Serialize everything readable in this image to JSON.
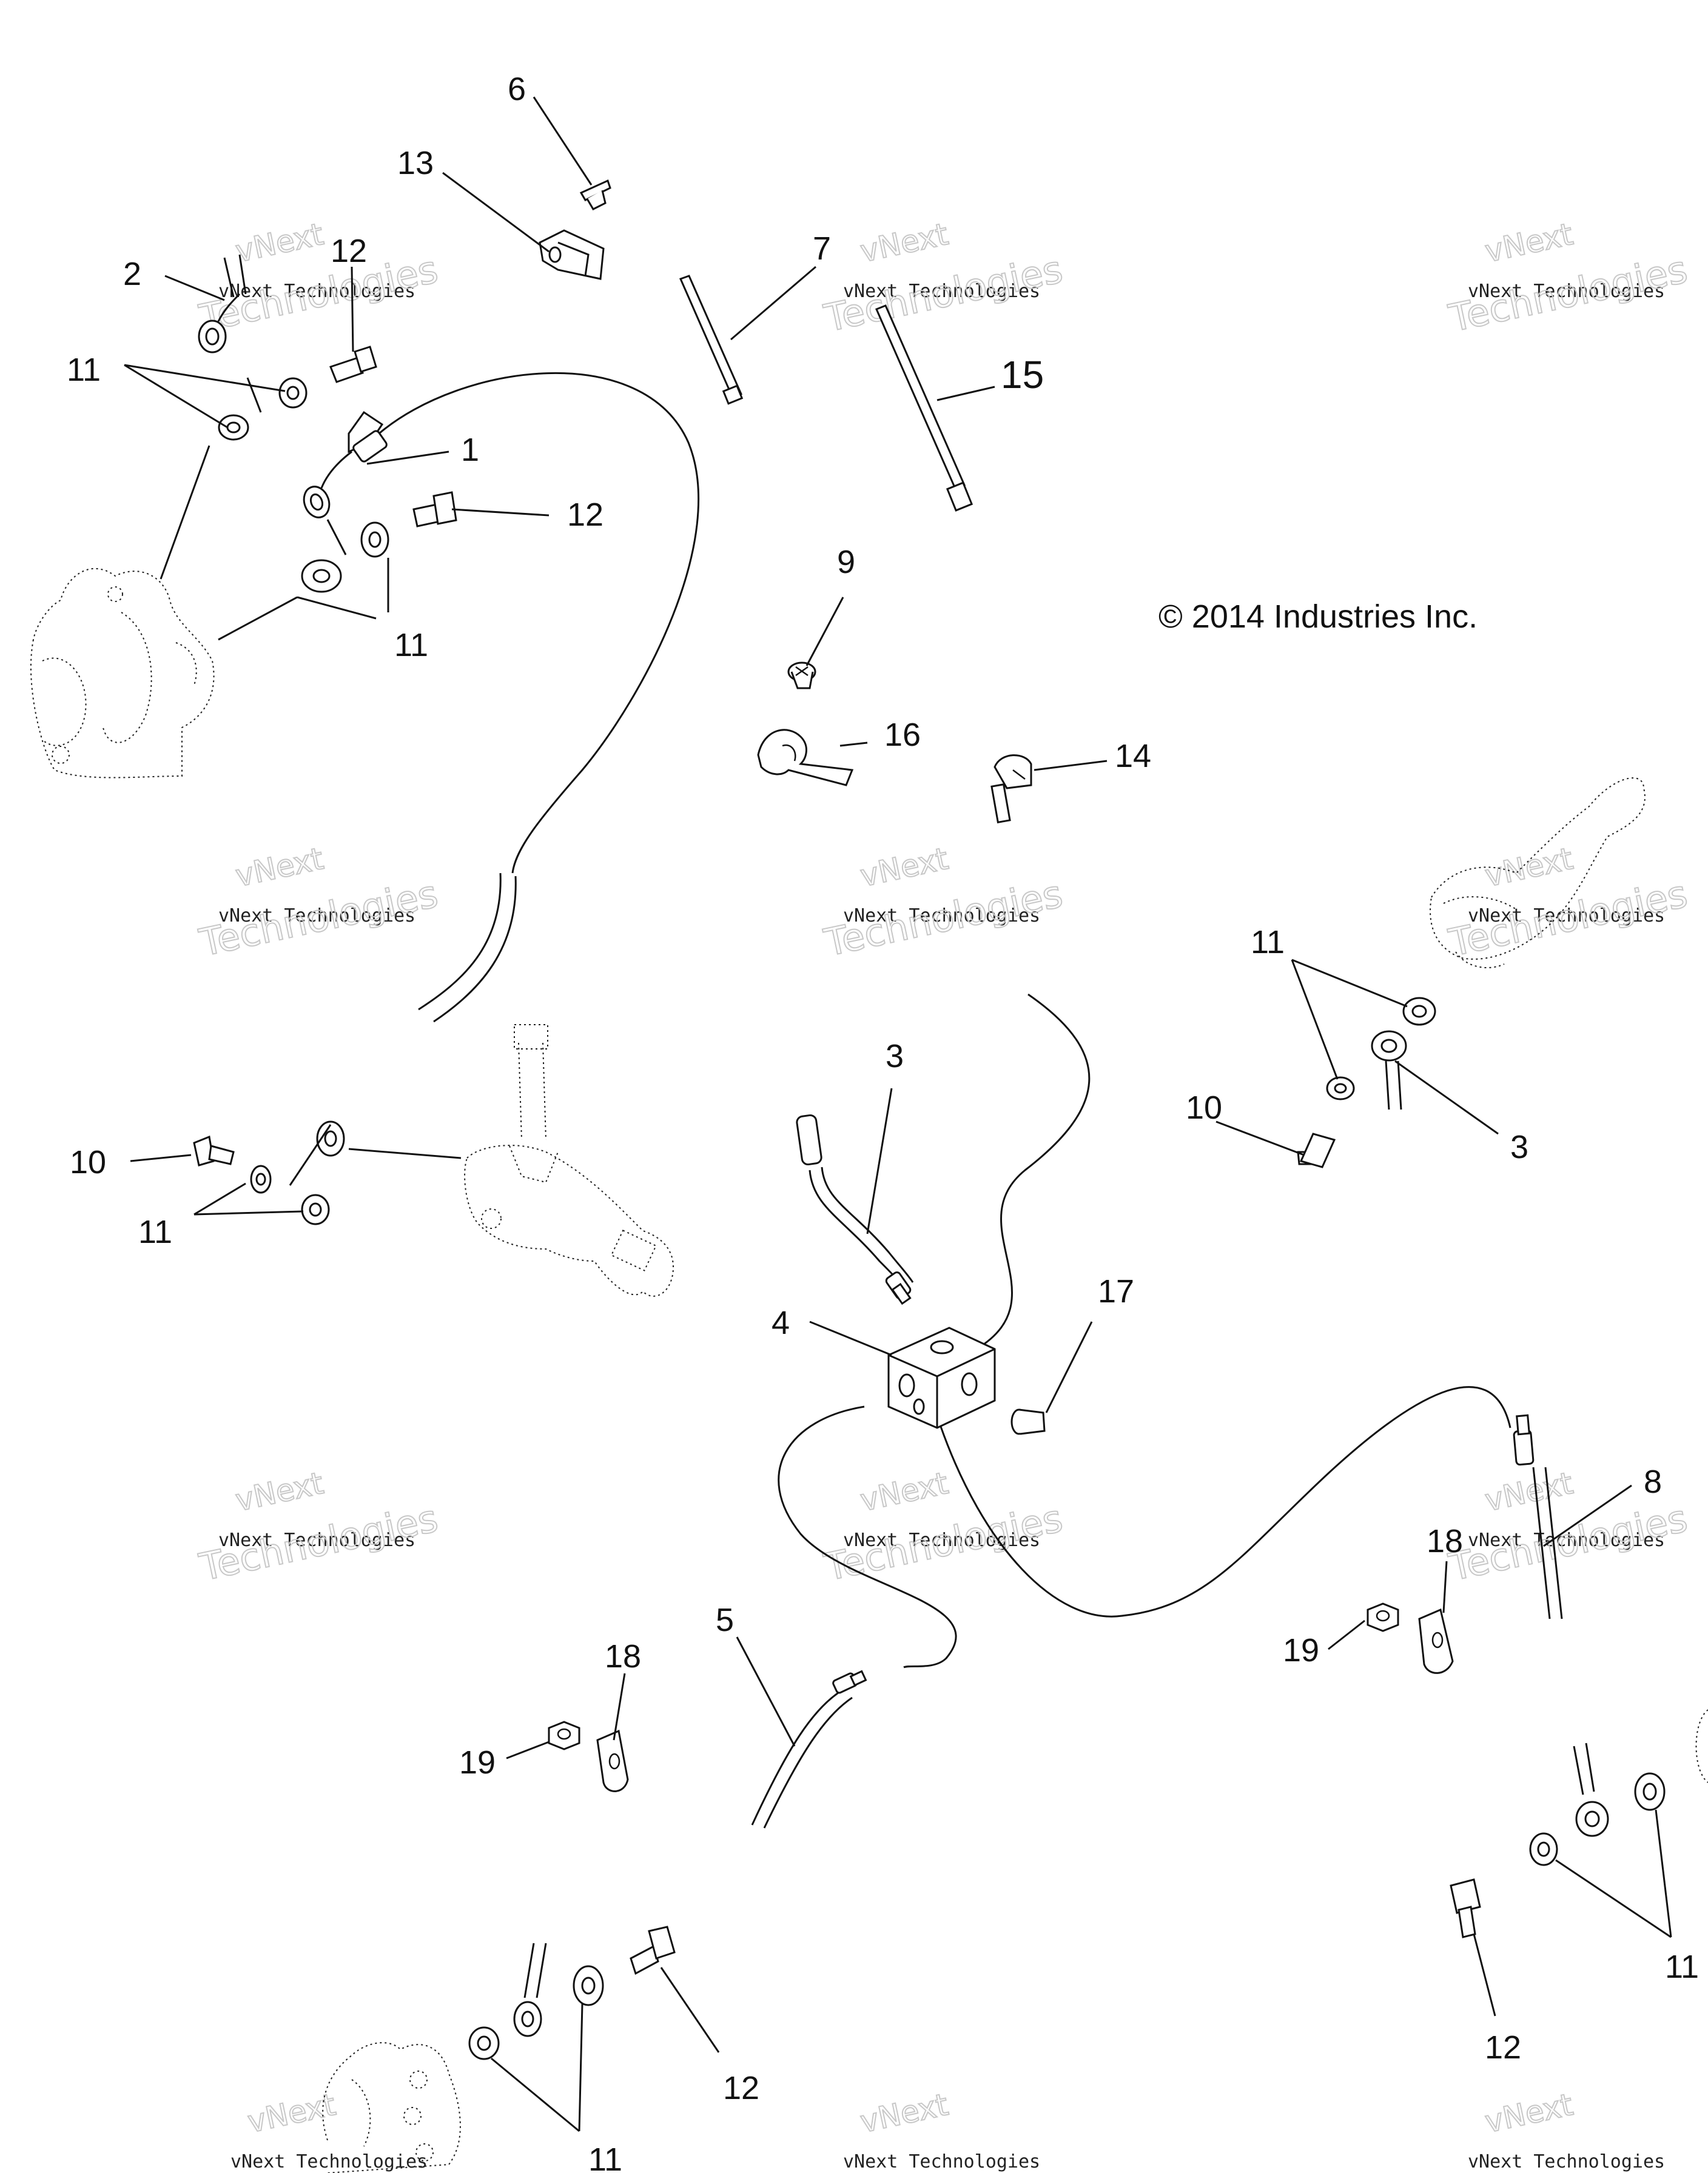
{
  "copyright": "© 2014 Industries Inc.",
  "watermark": {
    "line1": "vNext Technologies",
    "line2": "Technologies",
    "line3": "vNext"
  },
  "callouts": [
    "1",
    "2",
    "3",
    "4",
    "5",
    "6",
    "7",
    "8",
    "9",
    "10",
    "11",
    "12",
    "13",
    "14",
    "15",
    "16",
    "17",
    "18",
    "19"
  ],
  "colors": {
    "ink": "#111111",
    "watermark_outline": "#c8c8c8",
    "background": "#ffffff"
  }
}
